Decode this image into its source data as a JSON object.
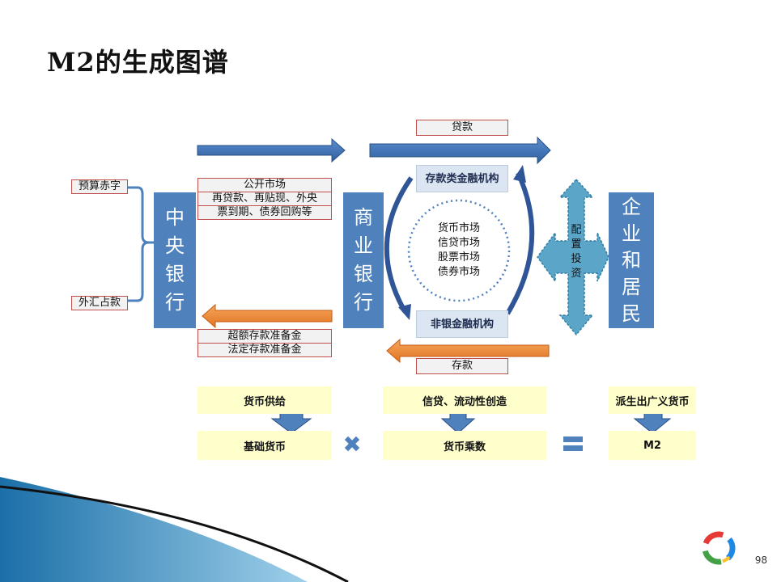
{
  "title": "M2的生成图谱",
  "left_inputs": [
    "预算赤字",
    "外汇占款"
  ],
  "central_bank": "中央银行",
  "commercial_bank": "商业银行",
  "enterprises": "企业和居民",
  "allocation": "配置投资",
  "top_flow_label": "贷款",
  "bottom_flow_label": "存款",
  "cb_tools_top": [
    "公开市场",
    "再贷款、再贴现、外央",
    "票到期、债券回购等"
  ],
  "cb_tools_bottom": [
    "超额存款准备金",
    "法定存款准备金"
  ],
  "deposit_institutions": "存款类金融机构",
  "nonbank_institutions": "非银金融机构",
  "markets": [
    "货币市场",
    "信贷市场",
    "股票市场",
    "债券市场"
  ],
  "formula": {
    "top": [
      "货币供给",
      "信贷、流动性创造",
      "派生出广义货币"
    ],
    "bottom": [
      "基础货币",
      "货币乘数",
      "M2"
    ]
  },
  "page_number": "98"
}
